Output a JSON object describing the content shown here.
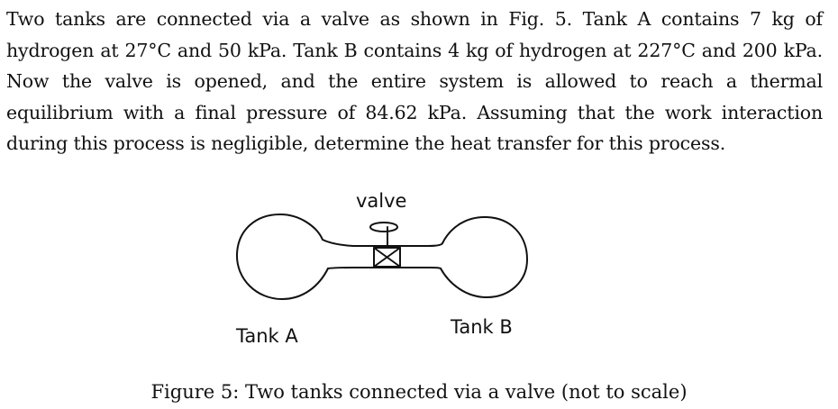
{
  "problem": {
    "text": "Two tanks are connected via a valve as shown in Fig. 5. Tank A contains 7 kg of hydrogen at 27°C and 50 kPa. Tank B contains 4 kg of hydrogen at 227°C and 200 kPa. Now the valve is opened, and the entire system is allowed to reach a thermal equilibrium with a final pressure of 84.62 kPa. Assuming that the work interaction during this process is negligible, determine the heat transfer for this process."
  },
  "figure": {
    "valve_label": "valve",
    "tank_a_label": "Tank A",
    "tank_b_label": "Tank B",
    "caption_number": "Figure 5:",
    "caption_text": "Two tanks connected via a valve (not to scale)"
  }
}
